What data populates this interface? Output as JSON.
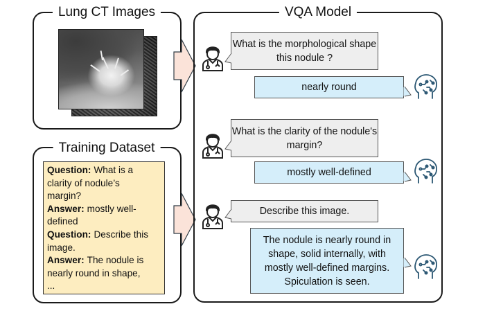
{
  "panels": {
    "ct_title": "Lung CT Images",
    "training_title": "Training Dataset",
    "vqa_title": "VQA Model"
  },
  "training_dataset": {
    "lines": [
      {
        "label": "Question:",
        "text": "What is a"
      },
      {
        "label": "",
        "text": "clarity of nodule’s"
      },
      {
        "label": "",
        "text": "margin?"
      },
      {
        "label": "Answer:",
        "text": "mostly well-"
      },
      {
        "label": "",
        "text": "defined"
      },
      {
        "label": "Question:",
        "text": "Describe this"
      },
      {
        "label": "",
        "text": "image."
      },
      {
        "label": "Answer:",
        "text": "The nodule is"
      },
      {
        "label": "",
        "text": "nearly round in shape,"
      },
      {
        "label": "",
        "text": "..."
      }
    ]
  },
  "vqa": {
    "q1": "What is the morphological shape this nodule ?",
    "a1": "nearly round",
    "q2": "What is the clarity of the nodule's margin?",
    "a2": "mostly well-defined",
    "q3": "Describe this image.",
    "a3": "The nodule is nearly round in shape, solid internally, with mostly well-defined margins. Spiculation is seen."
  },
  "colors": {
    "question_bubble": "#eeeeee",
    "answer_bubble": "#d5eefa",
    "training_box": "#fdedc0",
    "arrow_fill": "#fbe3d9",
    "icon_stroke": "#2b5773"
  },
  "icons": [
    "doctor-icon",
    "ai-brain-icon",
    "arrow-right-icon"
  ]
}
